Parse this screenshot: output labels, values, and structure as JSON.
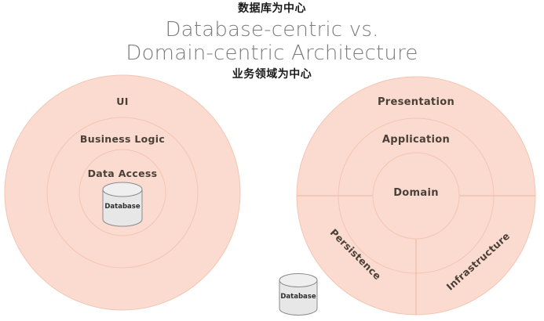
{
  "title": {
    "annotation_top": "数据库为中心",
    "line1": "Database-centric vs.",
    "line2": "Domain-centric Architecture",
    "annotation_bottom": "业务领域为中心"
  },
  "colors": {
    "ring_fill": "#fbdbd0",
    "ring_stroke": "#f3c5b2",
    "label_text": "#4b4037",
    "title_text": "#7b7b7b",
    "annotation_text": "#1a1a1a",
    "cylinder_fill": "#e7e7e7",
    "cylinder_stroke": "#8b8b8b"
  },
  "left_diagram": {
    "name": "database-centric",
    "rings": [
      {
        "label": "UI",
        "level": 1
      },
      {
        "label": "Business Logic",
        "level": 2
      },
      {
        "label": "Data Access",
        "level": 3
      }
    ],
    "database": {
      "label": "Database"
    }
  },
  "right_diagram": {
    "name": "domain-centric",
    "rings": [
      {
        "label": "Presentation",
        "level": 1
      },
      {
        "label": "Application",
        "level": 2
      },
      {
        "label": "Domain",
        "level": 3
      }
    ],
    "sectors": [
      {
        "label": "Persistence",
        "position": "bottom-left"
      },
      {
        "label": "Infrastructure",
        "position": "bottom-right"
      }
    ]
  },
  "external_database": {
    "label": "Database"
  }
}
